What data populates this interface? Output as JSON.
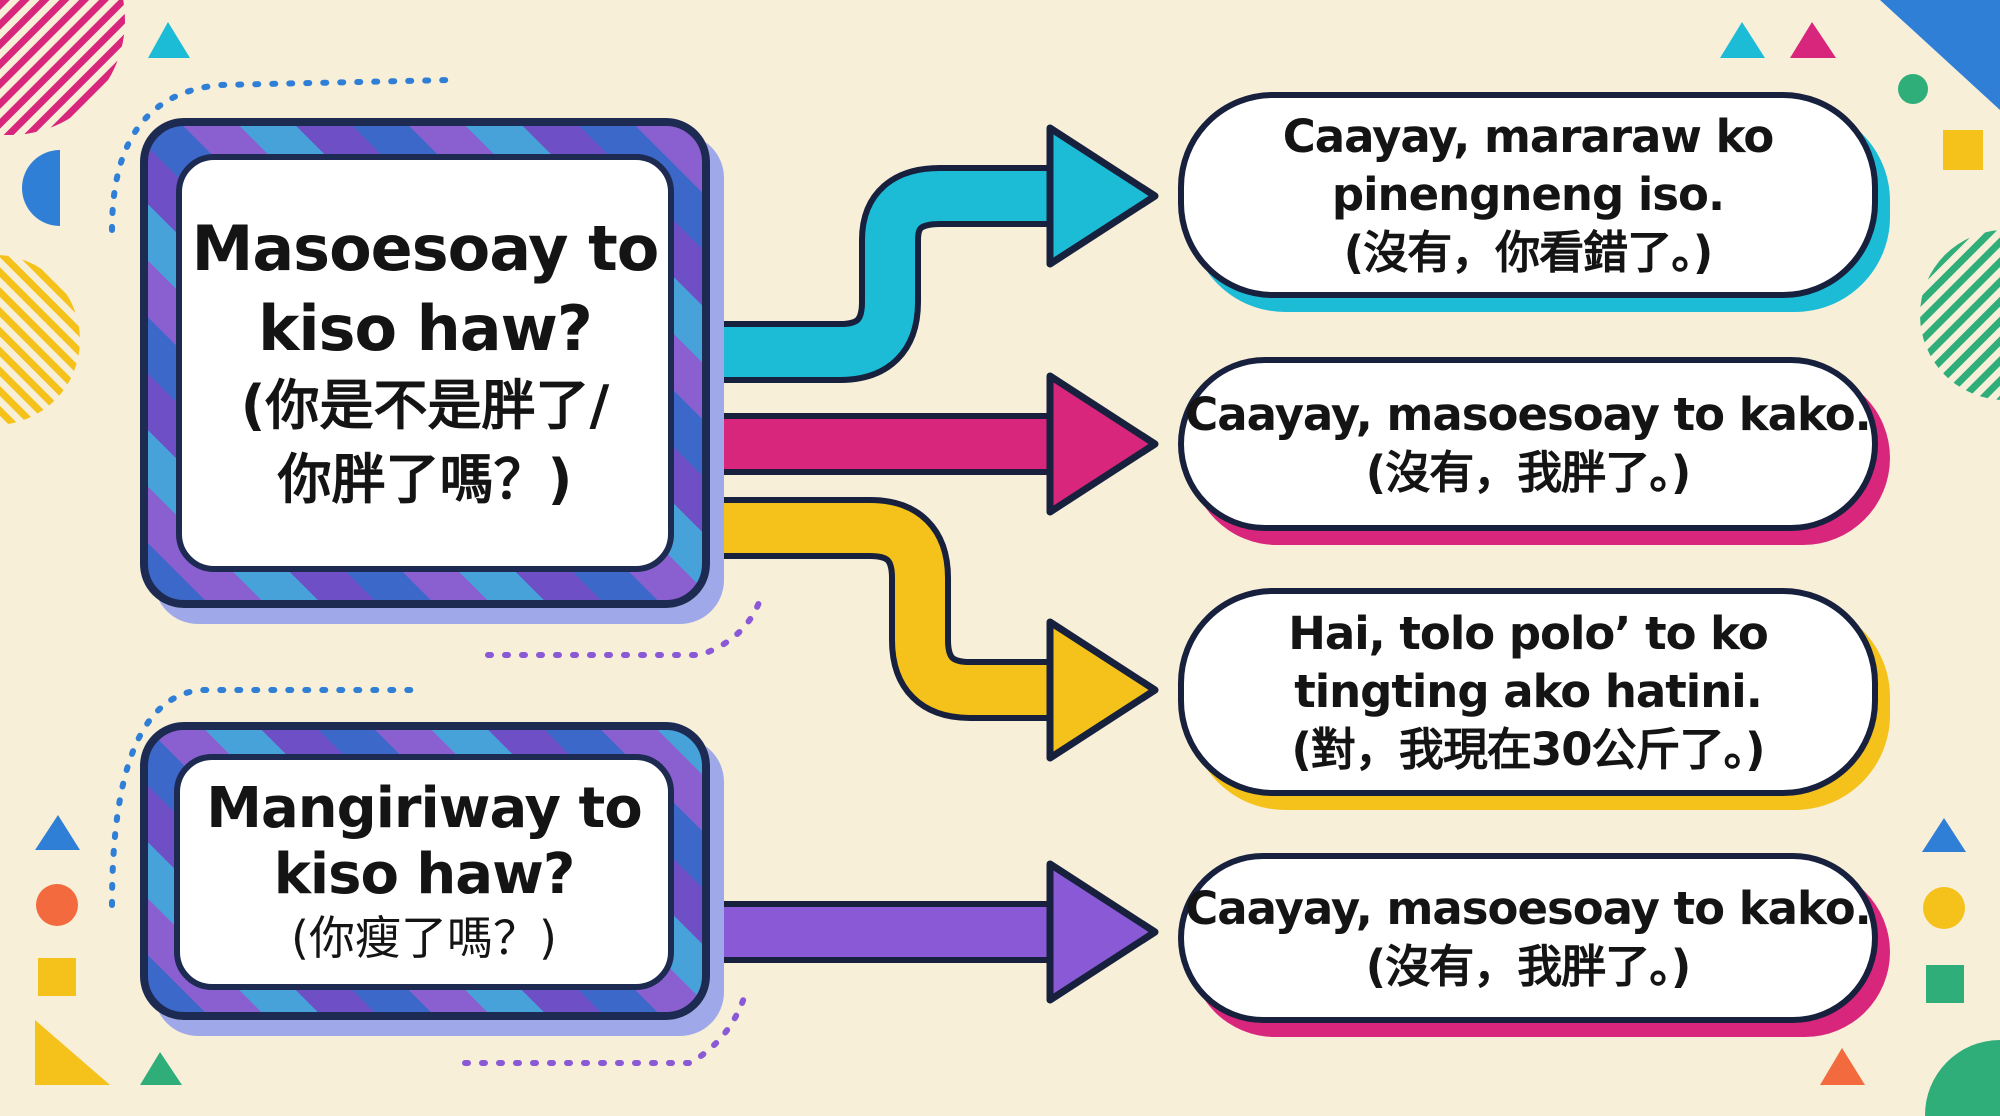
{
  "colors": {
    "background": "#f8efd9",
    "cyan": "#1cbcd6",
    "magenta": "#d8267c",
    "yellow": "#f5c21b",
    "purple": "#8a5ad6",
    "outline": "#17203d"
  },
  "questions": [
    {
      "lines": [
        "Masoesoay to",
        "kiso haw?"
      ],
      "translation_lines": [
        "(你是不是胖了/",
        "你胖了嗎？)"
      ]
    },
    {
      "lines": [
        "Mangiriway to",
        "kiso haw?"
      ],
      "translation_lines": [
        "(你瘦了嗎？)"
      ]
    }
  ],
  "answers": [
    {
      "color": "cyan",
      "lines": [
        "Caayay, mararaw ko",
        "pinengneng iso."
      ],
      "translation": "(沒有，你看錯了。)"
    },
    {
      "color": "magenta",
      "lines": [
        "Caayay, masoesoay to kako."
      ],
      "translation": "(沒有，我胖了。)"
    },
    {
      "color": "yellow",
      "lines": [
        "Hai, tolo polo’ to ko",
        "tingting ako hatini."
      ],
      "translation": "(對，我現在30公斤了。)"
    },
    {
      "color": "magenta",
      "lines": [
        "Caayay, masoesoay to kako."
      ],
      "translation": "(沒有，我胖了。)"
    }
  ]
}
